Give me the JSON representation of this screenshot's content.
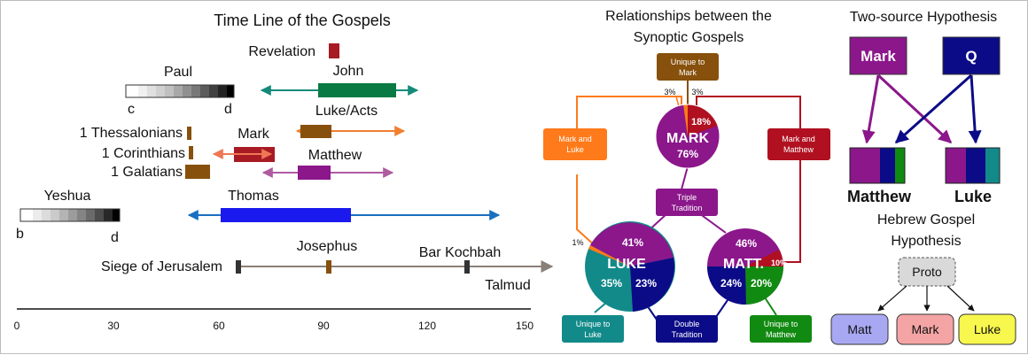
{
  "timeline": {
    "title": "Time Line of the Gospels",
    "axis_ticks": [
      "0",
      "30",
      "60",
      "90",
      "120",
      "150"
    ],
    "labels": {
      "revelation": "Revelation",
      "paul": "Paul",
      "john": "John",
      "luke_acts": "Luke/Acts",
      "thessalonians": "1 Thessalonians",
      "corinthians": "1 Corinthians",
      "galatians": "1 Galatians",
      "mark": "Mark",
      "matthew": "Matthew",
      "yeshua": "Yeshua",
      "thomas": "Thomas",
      "josephus": "Josephus",
      "bar_kochbah": "Bar Kochbah",
      "siege": "Siege of Jerusalem",
      "talmud": "Talmud"
    },
    "paul_gradient": {
      "start": "c",
      "end": "d"
    },
    "yeshua_gradient": {
      "start": "b",
      "end": "d"
    }
  },
  "synoptic": {
    "title_line1": "Relationships between the",
    "title_line2": "Synoptic Gospels",
    "boxes": {
      "unique_mark_1": "Unique to",
      "unique_mark_2": "Mark",
      "mark_luke_1": "Mark and",
      "mark_luke_2": "Luke",
      "mark_matt_1": "Mark and",
      "mark_matt_2": "Matthew",
      "triple_1": "Triple",
      "triple_2": "Tradition",
      "unique_luke_1": "Unique to",
      "unique_luke_2": "Luke",
      "double_1": "Double",
      "double_2": "Tradition",
      "unique_matt_1": "Unique to",
      "unique_matt_2": "Matthew"
    },
    "mark": {
      "name": "MARK",
      "main": "76%",
      "mark_matt": "18%",
      "left_share": "3%",
      "right_share": "3%"
    },
    "luke": {
      "name": "LUKE",
      "triple": "41%",
      "unique": "35%",
      "double": "23%",
      "mark_only": "1%"
    },
    "matt": {
      "name": "MATT.",
      "triple": "46%",
      "double": "24%",
      "unique": "20%",
      "mark_only": "10%"
    }
  },
  "two_source": {
    "title": "Two-source Hypothesis",
    "mark": "Mark",
    "q": "Q",
    "matthew": "Matthew",
    "luke": "Luke"
  },
  "hebrew": {
    "title_line1": "Hebrew Gospel",
    "title_line2": "Hypothesis",
    "proto": "Proto",
    "matt": "Matt",
    "mark": "Mark",
    "luke": "Luke"
  },
  "colors": {
    "purple": "#8b178b",
    "navy": "#0b0b87",
    "teal": "#138a8a",
    "green": "#118a11",
    "crimson": "#b01020",
    "orange": "#ff7a1a",
    "brown": "#87500c",
    "emerald": "#0a7a44",
    "blue": "#1a1aee",
    "arrow_teal": "#148a7a",
    "arrow_blue": "#1a6fc0"
  }
}
